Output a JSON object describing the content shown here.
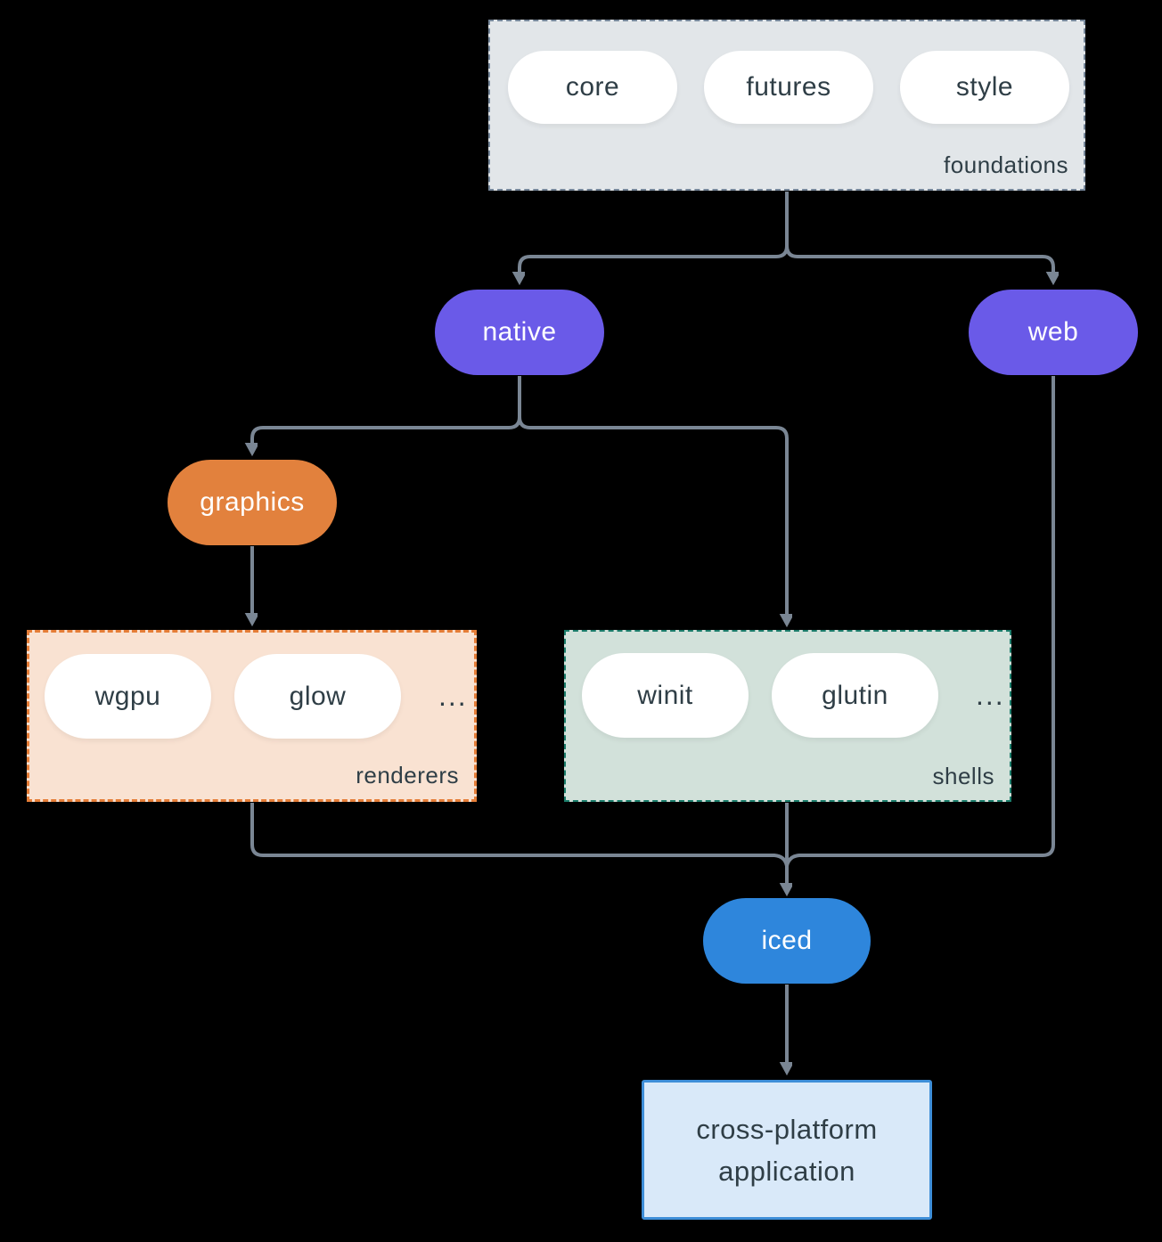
{
  "groups": {
    "foundations": {
      "label": "foundations",
      "items": [
        "core",
        "futures",
        "style"
      ]
    },
    "renderers": {
      "label": "renderers",
      "items": [
        "wgpu",
        "glow"
      ],
      "ellipsis": "..."
    },
    "shells": {
      "label": "shells",
      "items": [
        "winit",
        "glutin"
      ],
      "ellipsis": "..."
    }
  },
  "nodes": {
    "native": {
      "label": "native",
      "color": "#6a5ae8"
    },
    "web": {
      "label": "web",
      "color": "#6a5ae8"
    },
    "graphics": {
      "label": "graphics",
      "color": "#e2813d"
    },
    "iced": {
      "label": "iced",
      "color": "#2e86dc"
    },
    "application": {
      "label": "cross-platform application"
    }
  },
  "palette": {
    "background": "#000000",
    "connector": "#7a8694",
    "text_dark": "#2f3e46",
    "text_light": "#ffffff",
    "foundations_fill": "#e2e6e9",
    "foundations_border": "#76879a",
    "renderers_fill": "#f9e2d2",
    "renderers_border": "#e57d37",
    "shells_fill": "#d2e1da",
    "shells_border": "#1b7d6b",
    "application_fill": "#d9e9f9",
    "application_border": "#3e8ed8"
  }
}
